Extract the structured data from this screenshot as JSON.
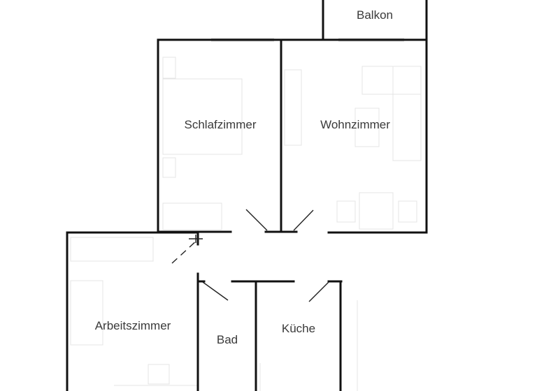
{
  "floorplan": {
    "rooms": {
      "balcony": "Balkon",
      "bedroom": "Schlafzimmer",
      "living_room": "Wohnzimmer",
      "study": "Arbeitszimmer",
      "bathroom": "Bad",
      "kitchen": "Küche"
    },
    "colors": {
      "wall": "#111111",
      "label": "#3a3a3a",
      "furniture": "#e4e4e4",
      "background": "#ffffff"
    }
  }
}
